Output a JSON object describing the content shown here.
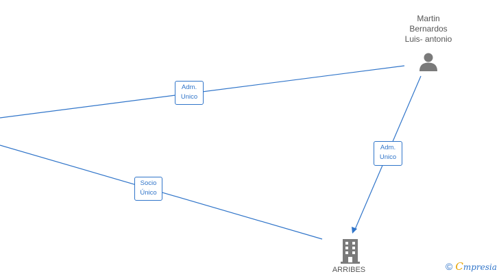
{
  "nodes": {
    "person": {
      "name_lines": [
        "Martin",
        "Bernardos",
        "Luis- antonio"
      ]
    },
    "company": {
      "name": "ARRIBES"
    }
  },
  "edges": {
    "adm_left": {
      "lines": [
        "Adm.",
        "Unico"
      ]
    },
    "adm_right": {
      "lines": [
        "Adm.",
        "Unico"
      ]
    },
    "socio": {
      "lines": [
        "Socio",
        "Único"
      ]
    }
  },
  "footer": {
    "copyright_symbol": "©",
    "brand_initial": "C",
    "brand_rest": "mpresia"
  },
  "colors": {
    "edge": "#2f74c9",
    "icon": "#7a7a7a",
    "text": "#555555",
    "brand_accent": "#e8a400"
  },
  "icons": {
    "person": "person-icon",
    "company": "building-icon"
  }
}
